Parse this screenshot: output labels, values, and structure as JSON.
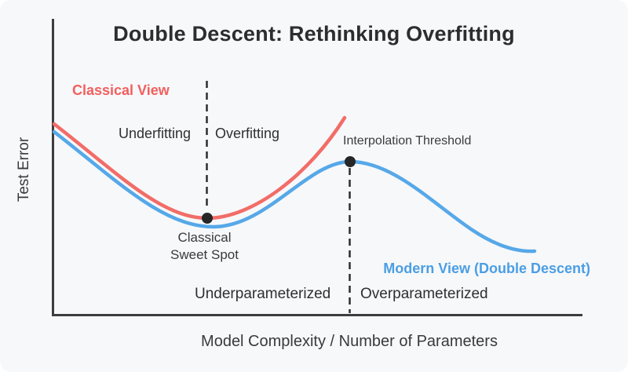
{
  "title": "Double Descent: Rethinking Overfitting",
  "axes": {
    "x_label": "Model Complexity / Number of Parameters",
    "y_label": "Test Error"
  },
  "annotations": {
    "classical_view": "Classical View",
    "modern_view": "Modern View (Double Descent)",
    "underfitting": "Underfitting",
    "overfitting": "Overfitting",
    "interpolation_threshold": "Interpolation Threshold",
    "sweet_spot": "Classical\nSweet Spot",
    "underparameterized": "Underparameterized",
    "overparameterized": "Overparameterized"
  },
  "colors": {
    "background": "#f7f8fa",
    "axis": "#3d3d3d",
    "dashed_guide": "#2d2d2d",
    "dot": "#262626",
    "classical_curve": "#f26d68",
    "classical_label": "#f25f5d",
    "modern_curve": "#56a8e8",
    "modern_label": "#4a9ee4",
    "text_dark": "#2f2f2f"
  },
  "chart_data": {
    "type": "line",
    "title": "Double Descent: Rethinking Overfitting",
    "xlabel": "Model Complexity / Number of Parameters",
    "ylabel": "Test Error",
    "axis_style": "conceptual axes, no numeric ticks or gridlines",
    "x_range": [
      0,
      100
    ],
    "y_range": [
      0,
      100
    ],
    "legend_position": "inline annotations beside curves",
    "series": [
      {
        "name": "Classical View",
        "color": "#f26d68",
        "x": [
          0,
          8,
          16,
          24,
          32,
          40,
          48,
          55,
          61
        ],
        "y": [
          96,
          81,
          66,
          54,
          49,
          54,
          66,
          82,
          100
        ]
      },
      {
        "name": "Modern View (Double Descent)",
        "color": "#56a8e8",
        "x": [
          0,
          8,
          16,
          24,
          33,
          42,
          52,
          62,
          72,
          82,
          92,
          100
        ],
        "y": [
          92,
          78,
          63,
          50,
          44,
          52,
          68,
          78,
          72,
          55,
          38,
          32
        ]
      }
    ],
    "markers": [
      {
        "label": "Classical Sweet Spot",
        "series": "Classical View",
        "x": 32,
        "y": 49
      },
      {
        "label": "Interpolation Threshold",
        "series": "Modern View (Double Descent)",
        "x": 62,
        "y": 78
      }
    ],
    "dashed_guides_x": [
      32,
      62
    ],
    "region_labels": [
      {
        "text": "Underfitting",
        "side": "left of sweet-spot guide"
      },
      {
        "text": "Overfitting",
        "side": "right of sweet-spot guide"
      },
      {
        "text": "Underparameterized",
        "side": "left of threshold guide"
      },
      {
        "text": "Overparameterized",
        "side": "right of threshold guide"
      }
    ]
  }
}
